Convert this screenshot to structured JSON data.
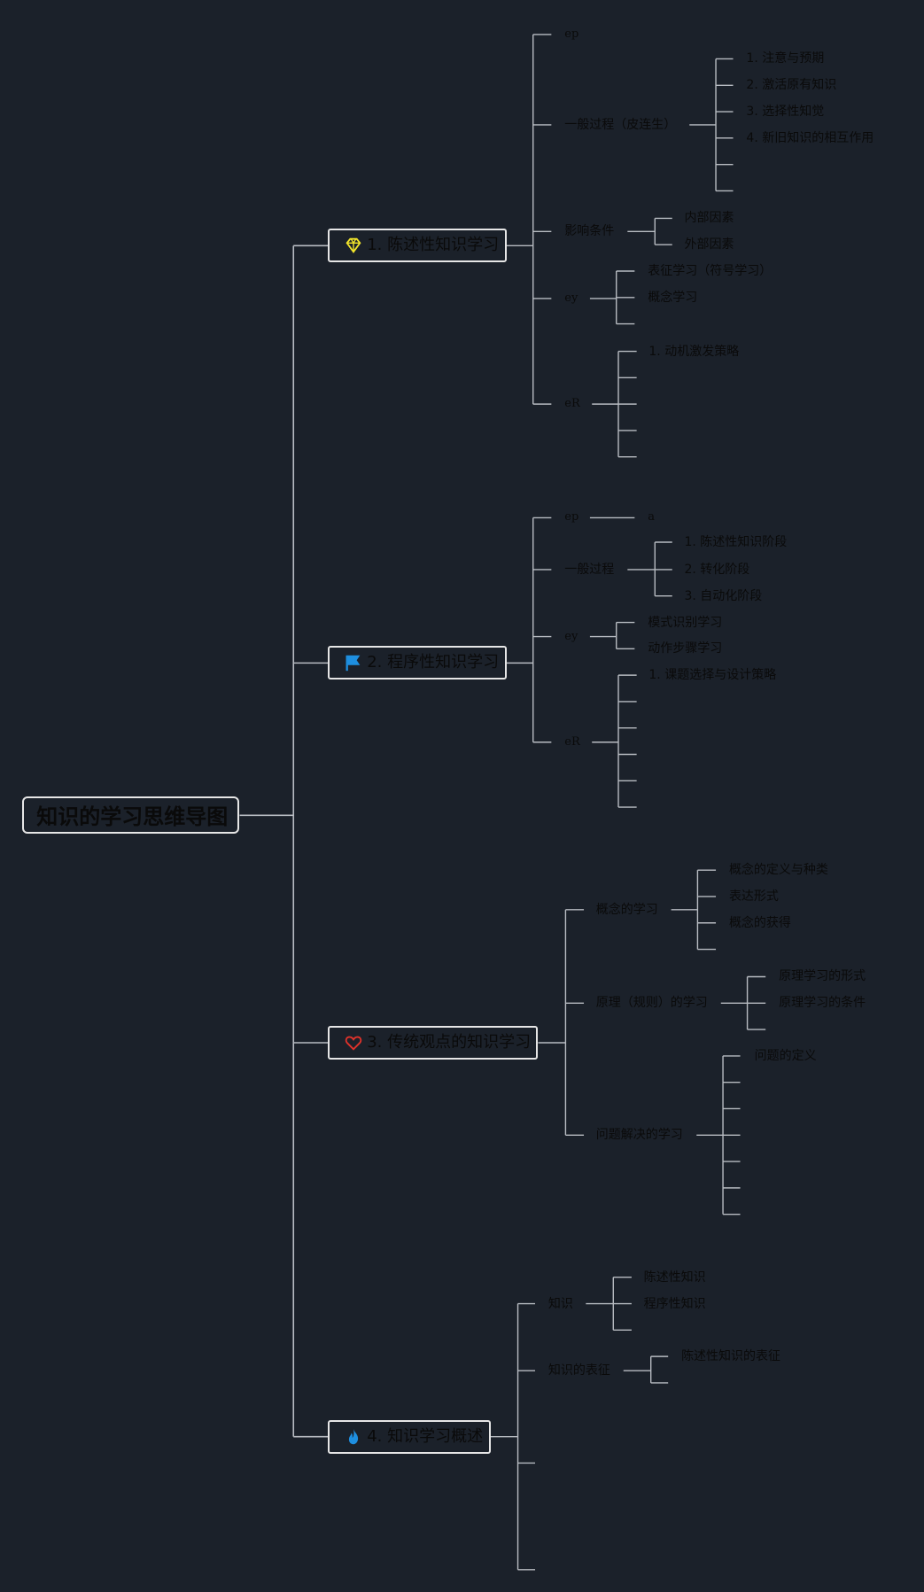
{
  "root": {
    "title": "知识的学习思维导图"
  },
  "branches": [
    {
      "label": "1. 陈述性知识学习",
      "icon": "diamond-icon",
      "children": [
        {
          "label": "ep",
          "children": []
        },
        {
          "label": "一般过程（皮连生）",
          "children": [
            "1. 注意与预期",
            "2. 激活原有知识",
            "3. 选择性知觉",
            "4. 新旧知识的相互作用",
            "",
            ""
          ]
        },
        {
          "label": "影响条件",
          "children": [
            "内部因素",
            "外部因素"
          ]
        },
        {
          "label": "ey",
          "children": [
            "表征学习（符号学习）",
            "概念学习",
            ""
          ]
        },
        {
          "label": "eR",
          "children": [
            "1. 动机激发策略",
            "",
            "",
            "",
            ""
          ]
        }
      ]
    },
    {
      "label": "2. 程序性知识学习",
      "icon": "flag-icon",
      "children": [
        {
          "label": "ep",
          "children": [
            "a"
          ]
        },
        {
          "label": "一般过程",
          "children": [
            "1. 陈述性知识阶段",
            "2. 转化阶段",
            "3. 自动化阶段"
          ]
        },
        {
          "label": "ey",
          "children": [
            "模式识别学习",
            "动作步骤学习"
          ]
        },
        {
          "label": "eR",
          "children": [
            "1. 课题选择与设计策略",
            "",
            "",
            "",
            "",
            ""
          ]
        }
      ]
    },
    {
      "label": "3. 传统观点的知识学习",
      "icon": "heart-icon",
      "children": [
        {
          "label": "概念的学习",
          "children": [
            "概念的定义与种类",
            "表达形式",
            "概念的获得",
            ""
          ]
        },
        {
          "label": "原理（规则）的学习",
          "children": [
            "原理学习的形式",
            "原理学习的条件",
            ""
          ]
        },
        {
          "label": "问题解决的学习",
          "children": [
            "问题的定义",
            "",
            "",
            "",
            "",
            "",
            ""
          ]
        }
      ]
    },
    {
      "label": "4. 知识学习概述",
      "icon": "fire-icon",
      "children": [
        {
          "label": "知识",
          "children": [
            "陈述性知识",
            "程序性知识",
            ""
          ]
        },
        {
          "label": "知识的表征",
          "children": [
            "陈述性知识的表征",
            ""
          ]
        },
        {
          "label": "",
          "children": []
        },
        {
          "label": "",
          "children": []
        }
      ]
    }
  ],
  "colors": {
    "background": "#1b212a",
    "line": "#b8bcc2",
    "diamond": "#f2e52b",
    "flag": "#1e8fe0",
    "heart": "#e0322a",
    "fire": "#1e8fe0"
  }
}
